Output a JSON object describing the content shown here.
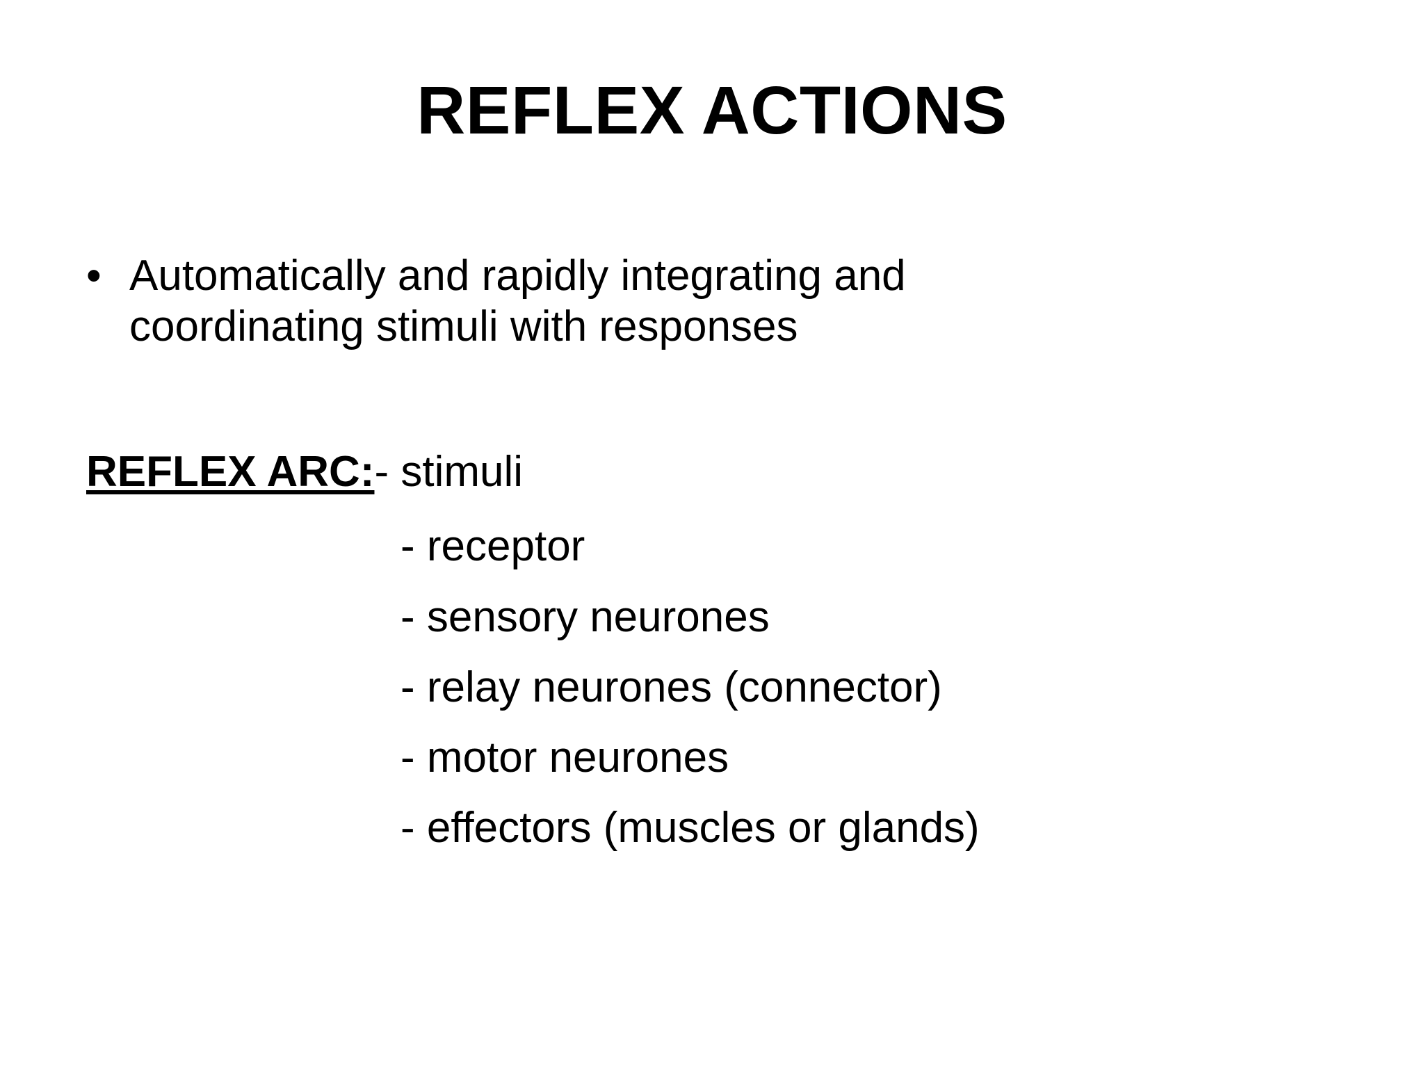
{
  "slide": {
    "title": "REFLEX ACTIONS",
    "background_color": "#FFFFFF",
    "text_color": "#000000",
    "bullets": [
      {
        "marker": "•",
        "line1": "Automatically and rapidly integrating and",
        "line2": "coordinating stimuli with responses"
      }
    ],
    "reflex_arc": {
      "label": "REFLEX ARC:",
      "first_item": "- stimuli",
      "sub_items": [
        "- receptor",
        "- sensory neurones",
        "- relay neurones (connector)",
        "- motor neurones",
        "- effectors (muscles or glands)"
      ]
    }
  }
}
